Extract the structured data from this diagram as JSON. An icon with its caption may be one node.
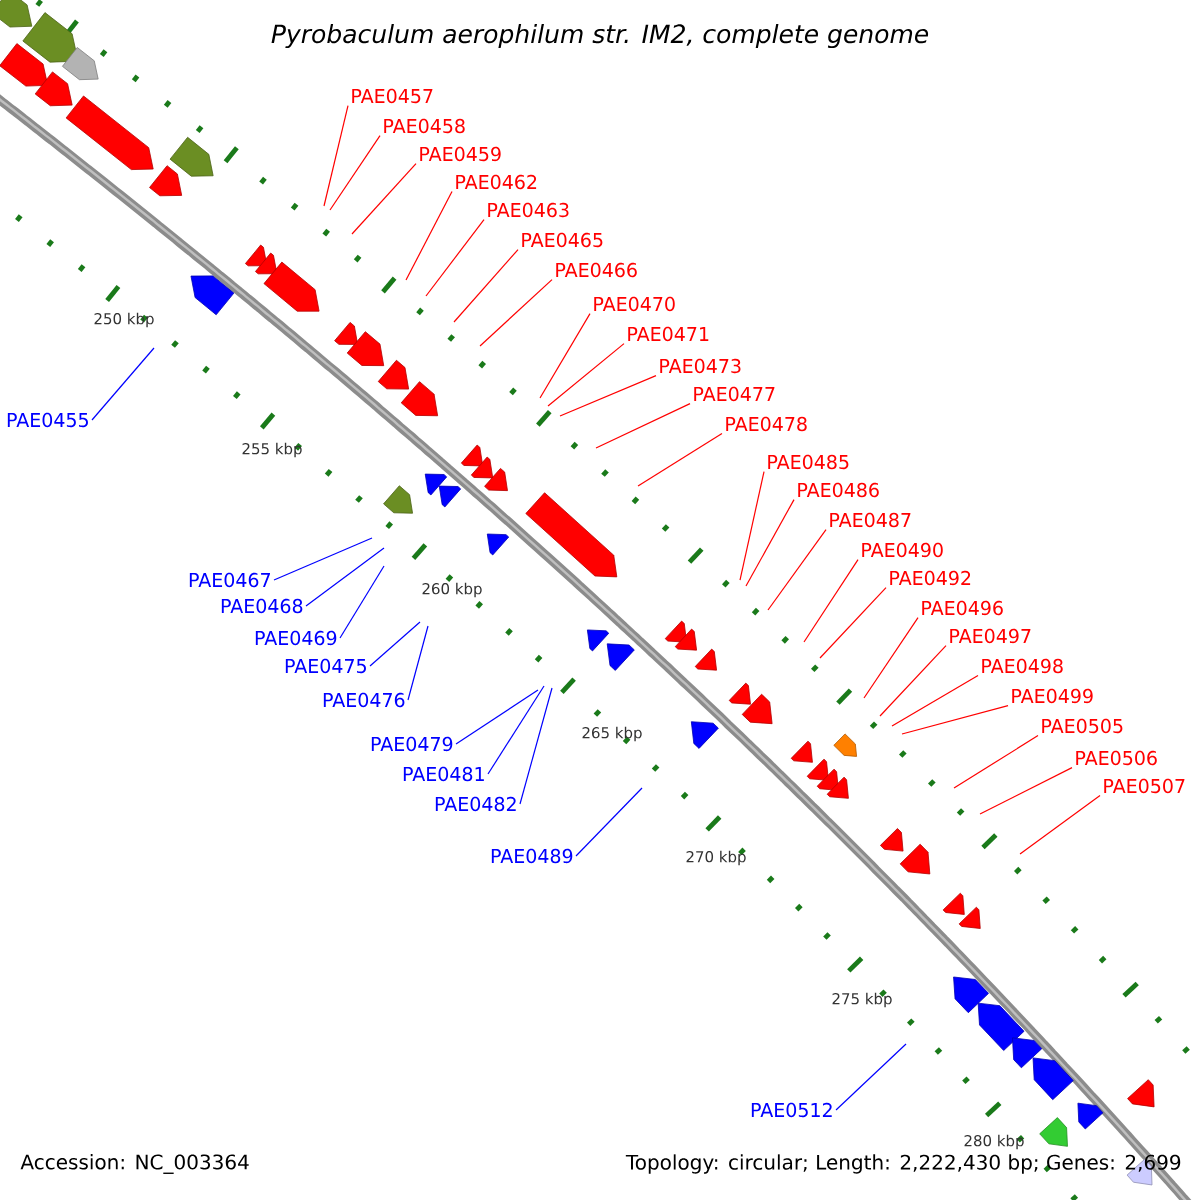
{
  "diagram": {
    "title": "Pyrobaculum aerophilum str. IM2, complete genome",
    "nodes": [
      {
        "text": [
          "PAE0457"
        ]
      },
      {
        "text": [
          "PAE0458"
        ]
      },
      {
        "text": [
          "PAE0459"
        ]
      },
      {
        "text": [
          "PAE0462"
        ]
      },
      {
        "text": [
          "PAE0463"
        ]
      },
      {
        "text": [
          "PAE0465"
        ]
      },
      {
        "text": [
          "PAE0466"
        ]
      },
      {
        "text": [
          "PAE0470"
        ]
      },
      {
        "text": [
          "PAE0471"
        ]
      },
      {
        "text": [
          "PAE0473"
        ]
      },
      {
        "text": [
          "PAE0477"
        ]
      },
      {
        "text": [
          "PAE0478"
        ]
      },
      {
        "text": [
          "PAE0485"
        ]
      },
      {
        "text": [
          "PAE0486"
        ]
      },
      {
        "text": [
          "PAE0487"
        ]
      },
      {
        "text": [
          "PAE0490"
        ]
      },
      {
        "text": [
          "PAE0492"
        ]
      },
      {
        "text": [
          "PAE0496"
        ]
      },
      {
        "text": [
          "PAE0497"
        ]
      },
      {
        "text": [
          "PAE0498"
        ]
      },
      {
        "text": [
          "PAE0499"
        ]
      },
      {
        "text": [
          "PAE0505"
        ]
      },
      {
        "text": [
          "PAE0506"
        ]
      },
      {
        "text": [
          "PAE0507"
        ]
      },
      {
        "text": [
          "PAE0455"
        ]
      },
      {
        "text": [
          "PAE0467"
        ]
      },
      {
        "text": [
          "PAE0468"
        ]
      },
      {
        "text": [
          "PAE0469"
        ]
      },
      {
        "text": [
          "PAE0475"
        ]
      },
      {
        "text": [
          "PAE0476"
        ]
      },
      {
        "text": [
          "PAE0479"
        ]
      },
      {
        "text": [
          "PAE0481"
        ]
      },
      {
        "text": [
          "PAE0482"
        ]
      },
      {
        "text": [
          "PAE0489"
        ]
      },
      {
        "text": [
          "PAE0512"
        ]
      }
    ],
    "edges": [
      {
        "from": 0,
        "to": null,
        "arrow": "none"
      },
      {
        "from": 1,
        "to": null,
        "arrow": "none"
      },
      {
        "from": 2,
        "to": null,
        "arrow": "none"
      },
      {
        "from": 3,
        "to": null,
        "arrow": "none"
      },
      {
        "from": 4,
        "to": null,
        "arrow": "none"
      },
      {
        "from": 5,
        "to": null,
        "arrow": "none"
      },
      {
        "from": 6,
        "to": null,
        "arrow": "none"
      },
      {
        "from": 7,
        "to": null,
        "arrow": "none"
      },
      {
        "from": 8,
        "to": null,
        "arrow": "none"
      },
      {
        "from": 9,
        "to": null,
        "arrow": "none"
      },
      {
        "from": 10,
        "to": null,
        "arrow": "none"
      },
      {
        "from": 11,
        "to": null,
        "arrow": "none"
      },
      {
        "from": 12,
        "to": null,
        "arrow": "none"
      },
      {
        "from": 13,
        "to": null,
        "arrow": "none"
      },
      {
        "from": 14,
        "to": null,
        "arrow": "none"
      },
      {
        "from": 15,
        "to": null,
        "arrow": "none"
      },
      {
        "from": 16,
        "to": null,
        "arrow": "none"
      },
      {
        "from": 17,
        "to": null,
        "arrow": "none"
      },
      {
        "from": 18,
        "to": null,
        "arrow": "none"
      },
      {
        "from": 19,
        "to": null,
        "arrow": "none"
      },
      {
        "from": 20,
        "to": null,
        "arrow": "none"
      },
      {
        "from": 21,
        "to": null,
        "arrow": "none"
      },
      {
        "from": 22,
        "to": null,
        "arrow": "none"
      },
      {
        "from": 23,
        "to": null,
        "arrow": "none"
      },
      {
        "from": 24,
        "to": null,
        "arrow": "none",
        "color": "#0000ff"
      },
      {
        "from": 25,
        "to": null,
        "arrow": "none",
        "color": "#0000ff"
      },
      {
        "from": 26,
        "to": null,
        "arrow": "none",
        "color": "#0000ff"
      },
      {
        "from": 27,
        "to": null,
        "arrow": "none",
        "color": "#0000ff"
      },
      {
        "from": 28,
        "to": null,
        "arrow": "none",
        "color": "#0000ff"
      },
      {
        "from": 29,
        "to": null,
        "arrow": "none",
        "color": "#0000ff"
      },
      {
        "from": 30,
        "to": null,
        "arrow": "none",
        "color": "#0000ff"
      },
      {
        "from": 31,
        "to": null,
        "arrow": "none",
        "color": "#0000ff"
      },
      {
        "from": 32,
        "to": null,
        "arrow": "none",
        "color": "#0000ff"
      },
      {
        "from": 33,
        "to": null,
        "arrow": "none",
        "color": "#0000ff"
      },
      {
        "from": 34,
        "to": null,
        "arrow": "none",
        "color": "#0000ff"
      }
    ],
    "labels": [
      "250 kbp",
      "255 kbp",
      "260 kbp",
      "265 kbp",
      "270 kbp",
      "275 kbp",
      "280 kbp",
      "Accession: NC_003364",
      "Topology: circular; Length: 2,222,430 bp; Genes: 2,699"
    ]
  }
}
